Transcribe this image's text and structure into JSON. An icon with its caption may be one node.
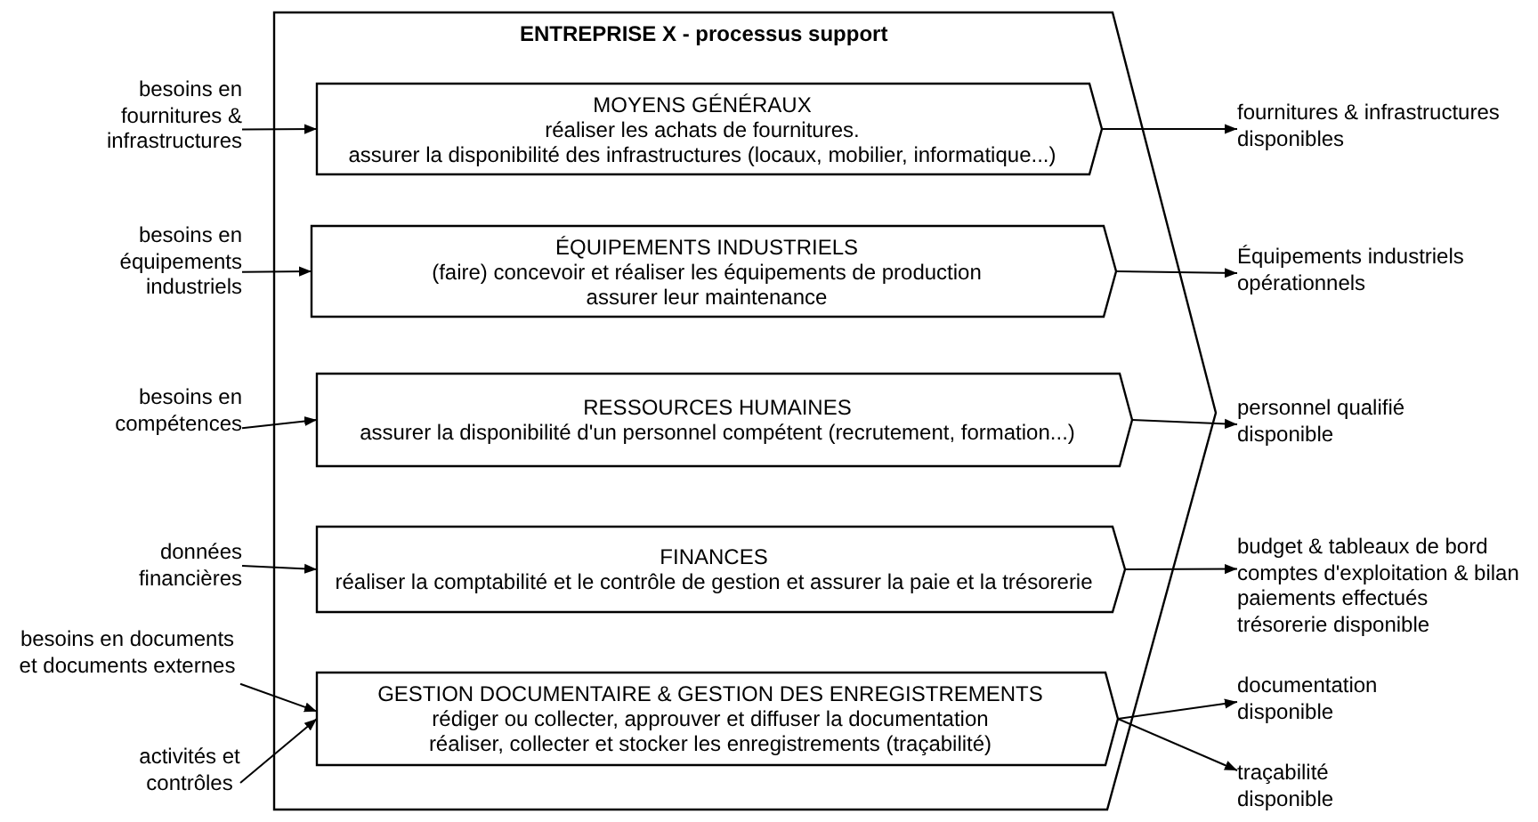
{
  "diagram": {
    "nodes": [
      {
        "text": [
          "ENTREPRISE X - processus support"
        ]
      },
      {
        "text": [
          "MOYENS GÉNÉRAUX",
          "réaliser les achats de fournitures.",
          "assurer la disponibilité des infrastructures (locaux, mobilier, informatique...)"
        ],
        "in": 0
      },
      {
        "text": [
          "ÉQUIPEMENTS INDUSTRIELS",
          "(faire) concevoir et réaliser les équipements de production",
          "assurer leur maintenance"
        ],
        "in": 0
      },
      {
        "text": [
          "RESSOURCES HUMAINES",
          "assurer la disponibilité d'un personnel compétent (recrutement, formation...)"
        ],
        "in": 0
      },
      {
        "text": [
          "FINANCES",
          "réaliser la comptabilité et le contrôle de gestion et assurer la paie et la trésorerie"
        ],
        "in": 0
      },
      {
        "text": [
          "GESTION DOCUMENTAIRE & GESTION DES ENREGISTREMENTS",
          "rédiger ou collecter, approuver et diffuser la documentation",
          "réaliser, collecter et stocker les enregistrements (traçabilité)"
        ],
        "in": 0
      },
      {
        "text": [
          "besoins en fournitures & infrastructures"
        ]
      },
      {
        "text": [
          "besoins en équipements industriels"
        ]
      },
      {
        "text": [
          "besoins en compétences"
        ]
      },
      {
        "text": [
          "données financières"
        ]
      },
      {
        "text": [
          "besoins en documents et documents externes"
        ]
      },
      {
        "text": [
          "activités et contrôles"
        ]
      },
      {
        "text": [
          "fournitures & infrastructures disponibles"
        ]
      },
      {
        "text": [
          "Équipements industriels opérationnels"
        ]
      },
      {
        "text": [
          "personnel qualifié disponible"
        ]
      },
      {
        "text": [
          "budget & tableaux de bord comptes d'exploitation & bilan paiements effectués trésorerie disponible"
        ]
      },
      {
        "text": [
          "documentation disponible"
        ]
      },
      {
        "text": [
          "traçabilité disponible"
        ]
      }
    ],
    "edges": [
      {
        "from": 6,
        "to": 1,
        "arrow": "to"
      },
      {
        "from": 7,
        "to": 2,
        "arrow": "to"
      },
      {
        "from": 8,
        "to": 3,
        "arrow": "to"
      },
      {
        "from": 9,
        "to": 4,
        "arrow": "to"
      },
      {
        "from": 10,
        "to": 5,
        "arrow": "to"
      },
      {
        "from": 11,
        "to": 5,
        "arrow": "to"
      },
      {
        "from": 1,
        "to": 12,
        "arrow": "to"
      },
      {
        "from": 2,
        "to": 13,
        "arrow": "to"
      },
      {
        "from": 3,
        "to": 14,
        "arrow": "to"
      },
      {
        "from": 4,
        "to": 15,
        "arrow": "to"
      },
      {
        "from": 5,
        "to": 16,
        "arrow": "to"
      },
      {
        "from": 5,
        "to": 17,
        "arrow": "to"
      }
    ]
  }
}
